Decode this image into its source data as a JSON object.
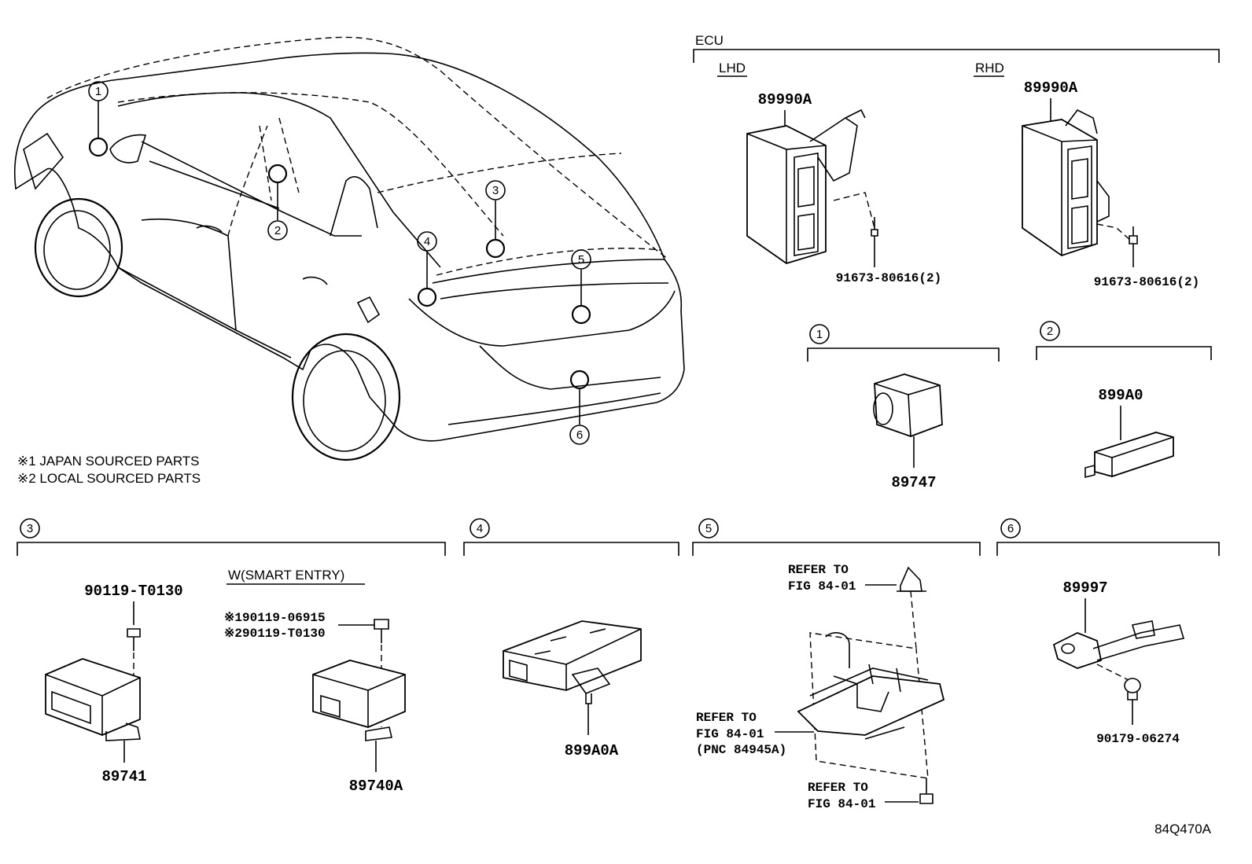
{
  "ecu": {
    "heading": "ECU",
    "lhd": "LHD",
    "rhd": "RHD"
  },
  "parts": {
    "ecu_lhd": "89990A",
    "ecu_rhd": "89990A",
    "screw_lhd": "91673-80616(2)",
    "screw_rhd": "91673-80616(2)",
    "p1": "89747",
    "p2": "899A0",
    "p3_bolt": "90119-T0130",
    "p3_unit": "89741",
    "p3b_bolt1": "90119-06915",
    "p3b_bolt2": "90119-T0130",
    "p3b_unit": "89740A",
    "p4": "899A0A",
    "p6_sensor": "89997",
    "p6_clip": "90179-06274"
  },
  "markers": {
    "m1": "※1",
    "m2": "※2"
  },
  "notes": {
    "japan": "※1 JAPAN SOURCED PARTS",
    "local": "※2 LOCAL SOURCED PARTS",
    "smart_entry": "W(SMART ENTRY)"
  },
  "refer": {
    "refer_to": "REFER TO",
    "fig": "FIG 84-01",
    "pnc": "(PNC 84945A)"
  },
  "callouts": [
    "1",
    "2",
    "3",
    "4",
    "5",
    "6"
  ],
  "figure_code": "84Q470A"
}
